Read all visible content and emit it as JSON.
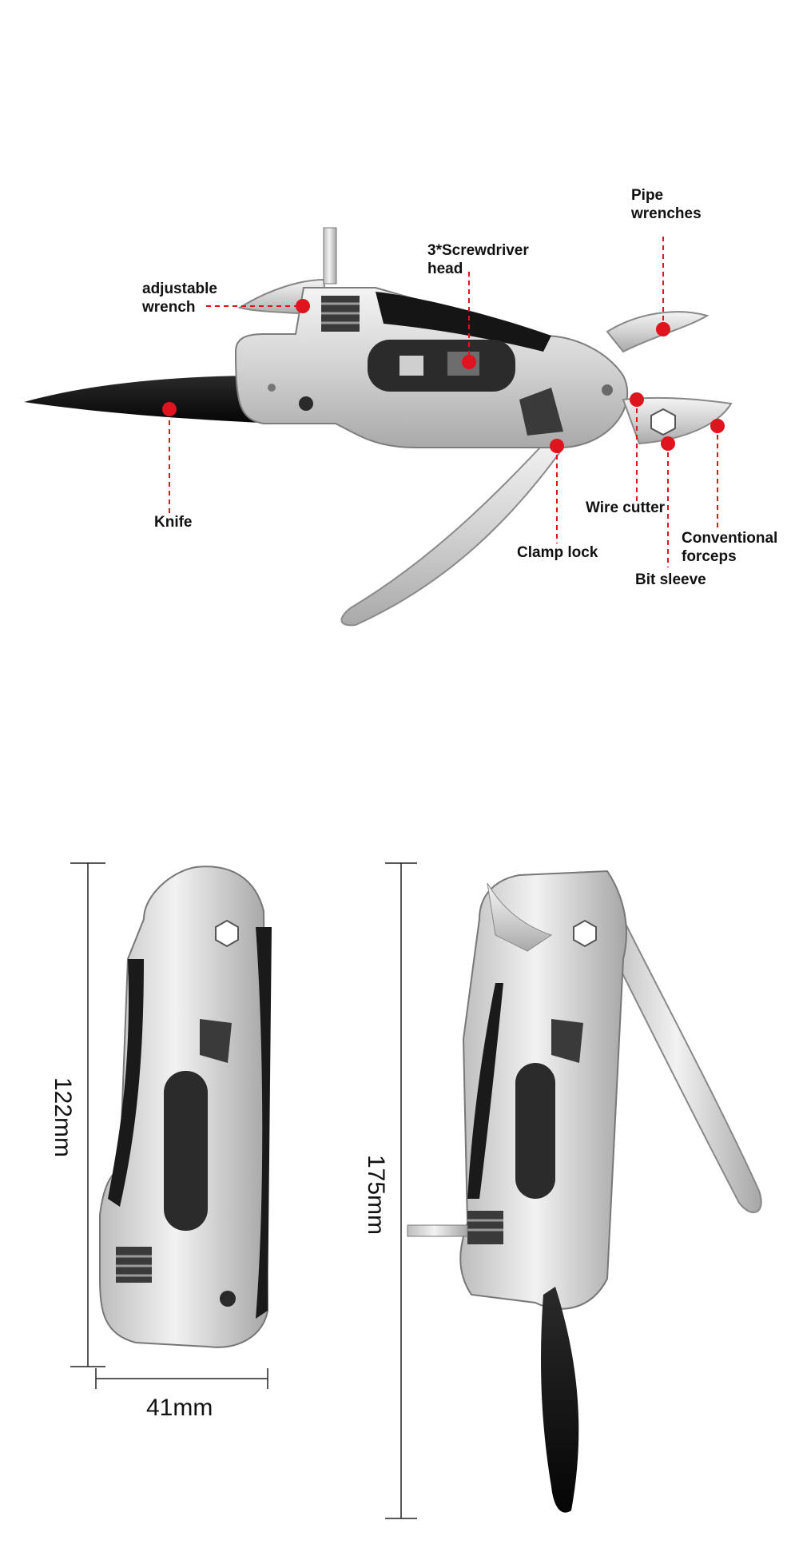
{
  "callouts": {
    "adjustable_wrench": "adjustable\nwrench",
    "screwdriver_head": "3*Screwdriver\nhead",
    "pipe_wrenches": "Pipe\nwrenches",
    "knife": "Knife",
    "wire_cutter": "Wire cutter",
    "clamp_lock": "Clamp lock",
    "conventional_forceps": "Conventional\nforceps",
    "bit_sleeve": "Bit sleeve"
  },
  "dimensions": {
    "folded_length": "122mm",
    "folded_width": "41mm",
    "open_length": "175mm"
  },
  "colors": {
    "marker": "#e0141e",
    "leader": "#e0141e",
    "steel": "#d9d9d9",
    "blade": "#111111"
  }
}
